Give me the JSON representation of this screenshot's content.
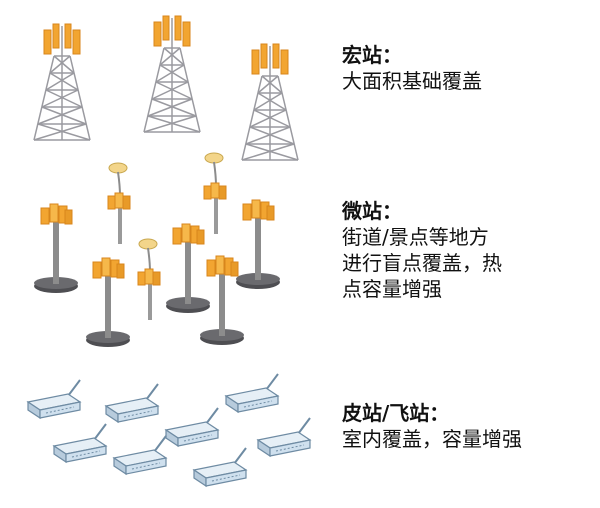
{
  "sections": [
    {
      "title": "宏站：",
      "lines": [
        "大面积基础覆盖"
      ]
    },
    {
      "title": "微站：",
      "lines": [
        "街道/景点等地方",
        "进行盲点覆盖，热",
        "点容量增强"
      ]
    },
    {
      "title": "皮站/飞站：",
      "lines": [
        "室内覆盖，容量增强"
      ]
    }
  ],
  "colors": {
    "tower_lattice": "#9a9aa0",
    "antenna_orange": "#f2a531",
    "antenna_shade": "#d8861c",
    "pole_gray": "#8c8c8c",
    "base_dark": "#4e4e52",
    "lamp_yellow": "#f3d58a",
    "device_body": "#cfe0ee",
    "device_outline": "#6e8ba3"
  },
  "icons": [
    "macro-tower-icon",
    "micro-station-icon",
    "pico-device-icon"
  ]
}
